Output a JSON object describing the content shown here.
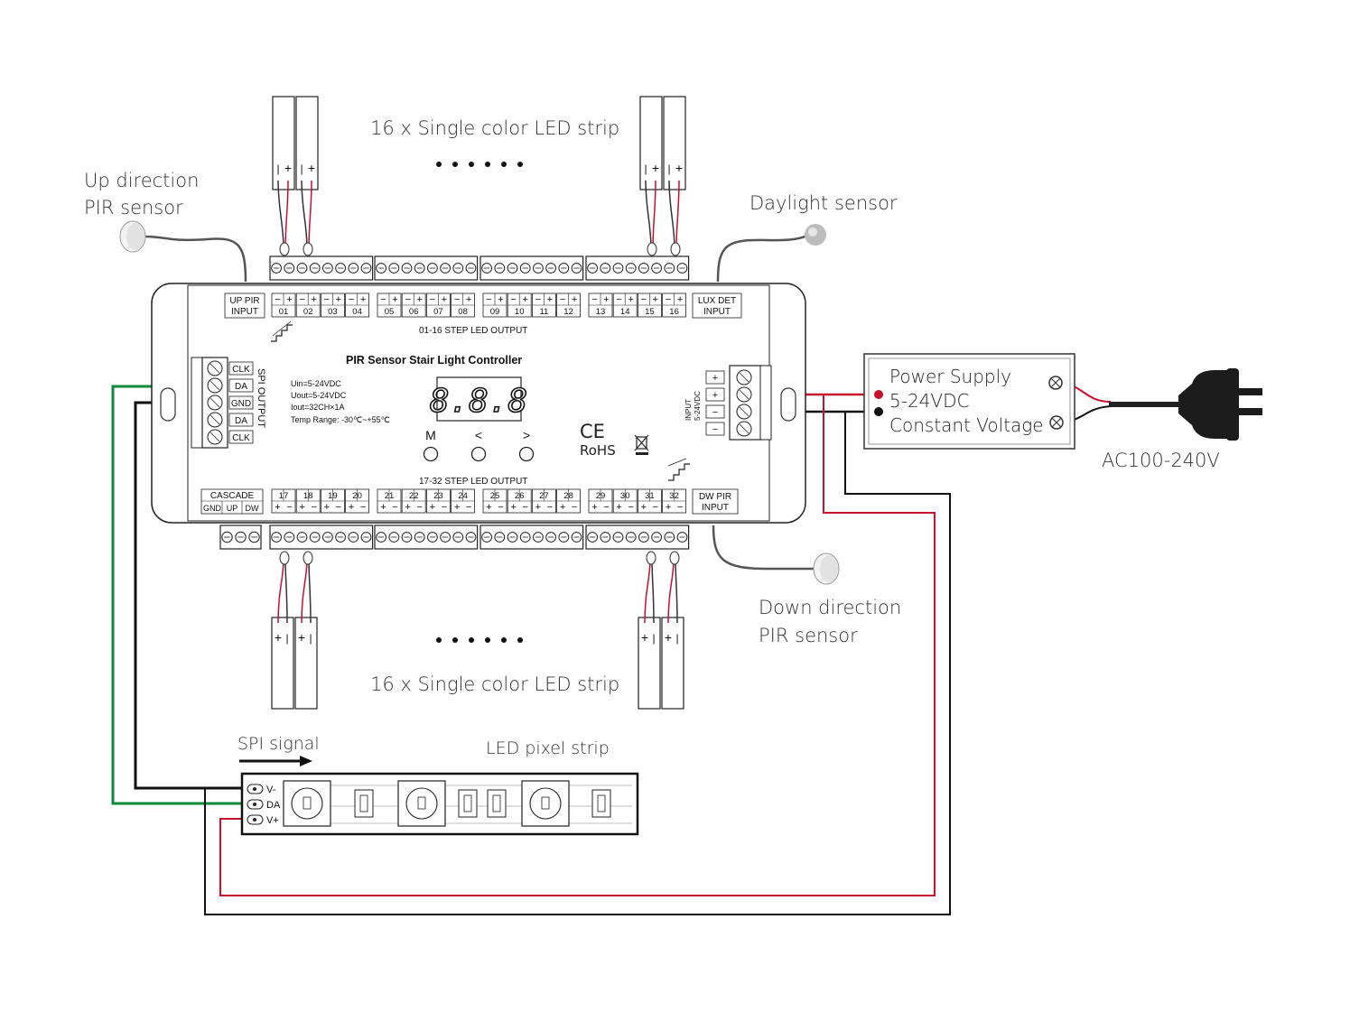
{
  "top_strips": "16 x Single color LED strip",
  "bottom_strips": "16 x Single color LED strip",
  "up_pir": "Up direction\nPIR sensor",
  "daylight": "Daylight sensor",
  "down_pir": "Down direction\nPIR sensor",
  "ac": "AC100-240V",
  "spi_signal": "SPI signal",
  "pixel_strip": "LED pixel strip",
  "controller": {
    "title": "PIR Sensor Stair Light Controller",
    "specs": [
      "Uin=5-24VDC",
      "Uout=5-24VDC",
      "Iout=32CH×1A",
      "Temp Range: -30℃~+55℃"
    ],
    "display": "8.8.8",
    "buttons": [
      "M",
      "<",
      ">"
    ],
    "up_pir_input": "UP PIR\nINPUT",
    "lux_det_input": "LUX DET\nINPUT",
    "dw_pir_input": "DW PIR\nINPUT",
    "cascade": "CASCADE",
    "cascade_pins": [
      "GND",
      "UP",
      "DW"
    ],
    "top_output_label": "01-16 STEP LED OUTPUT",
    "bottom_output_label": "17-32 STEP LED OUTPUT",
    "spi_output": "SPI OUTPUT",
    "spi_pins": [
      "CLK",
      "DA",
      "GND",
      "DA",
      "CLK"
    ],
    "input_label": "INPUT\n5-24VDC",
    "top_channels": [
      "01",
      "02",
      "03",
      "04",
      "05",
      "06",
      "07",
      "08",
      "09",
      "10",
      "11",
      "12",
      "13",
      "14",
      "15",
      "16"
    ],
    "bottom_channels": [
      "17",
      "18",
      "19",
      "20",
      "21",
      "22",
      "23",
      "24",
      "25",
      "26",
      "27",
      "28",
      "29",
      "30",
      "31",
      "32"
    ],
    "ce": "CE",
    "rohs": "RoHS"
  },
  "power_supply": {
    "line1": "Power Supply",
    "line2": "5-24VDC",
    "line3": "Constant Voltage"
  },
  "strip_pins": [
    "V-",
    "DA",
    "V+"
  ],
  "colors": {
    "red": "#c8102e",
    "green": "#0a8a3a",
    "black": "#111111"
  }
}
